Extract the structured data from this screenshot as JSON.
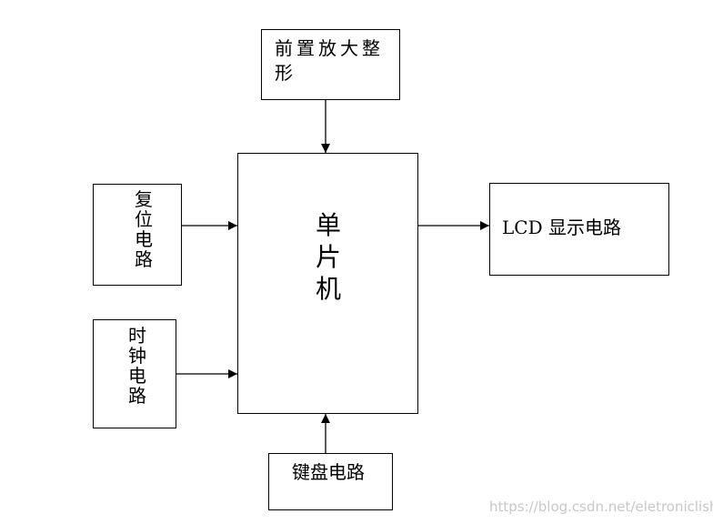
{
  "blocks": {
    "preamp": {
      "line1": "前置放大整",
      "line2": "形"
    },
    "reset": {
      "chars": "复\n位\n电\n路"
    },
    "clock": {
      "chars": "时\n钟\n电\n路"
    },
    "mcu": {
      "chars": "单\n片\n机"
    },
    "lcd": {
      "label": "LCD 显示电路"
    },
    "keyboard": {
      "label": "键盘电路"
    }
  },
  "watermark": "https://blog.csdn.net/eletroniclish",
  "colors": {
    "line": "#000000",
    "watermark": "#c8c8c8"
  }
}
